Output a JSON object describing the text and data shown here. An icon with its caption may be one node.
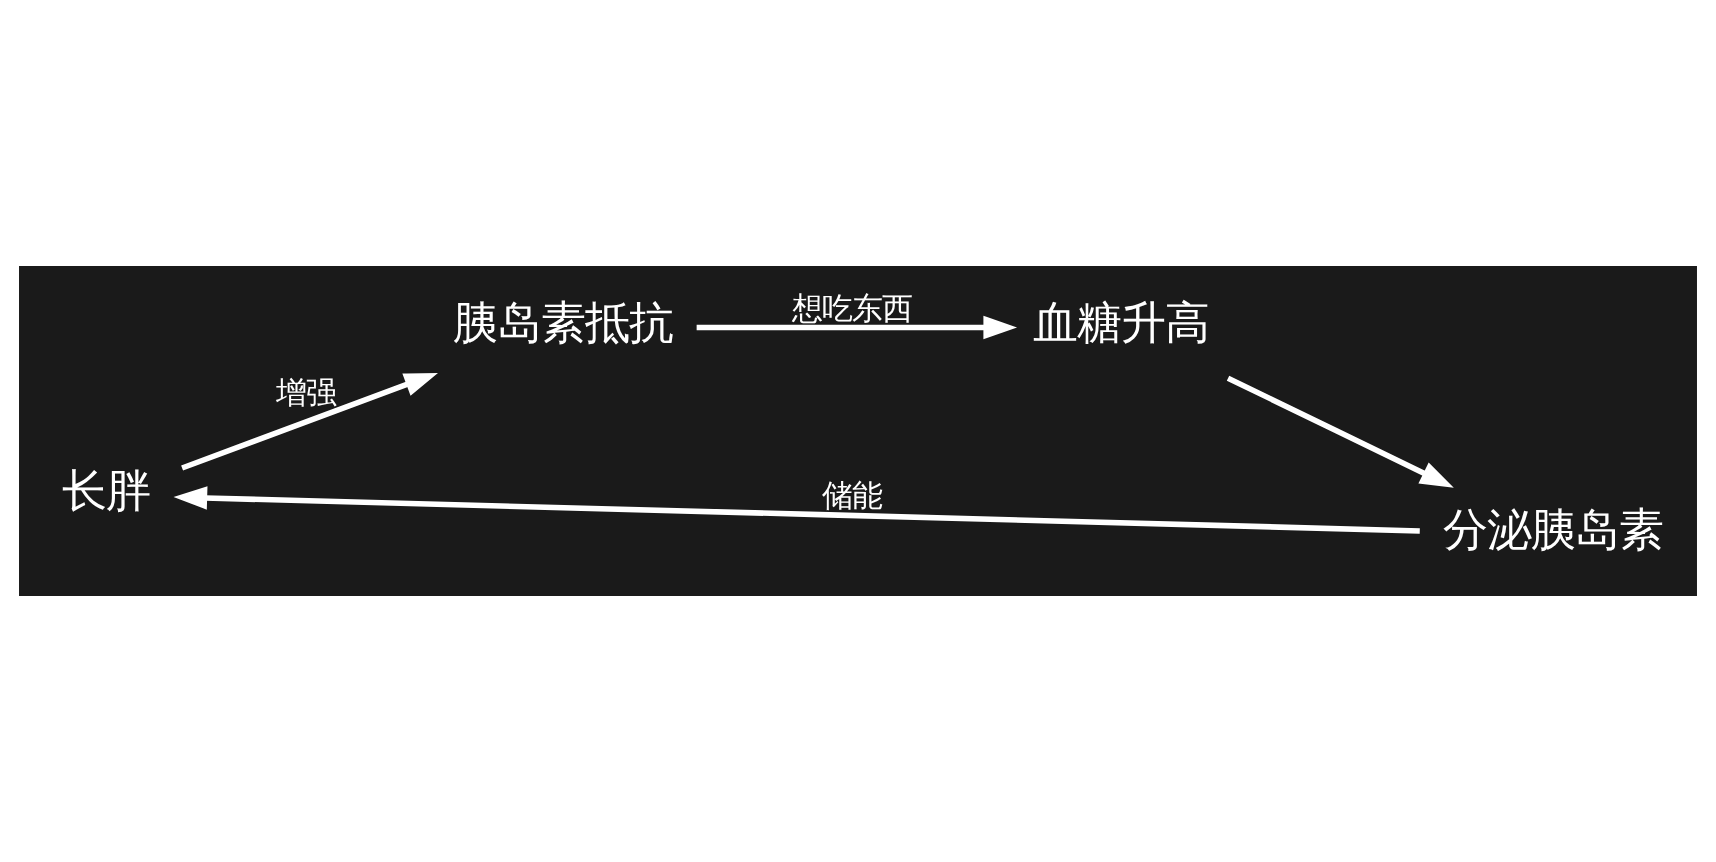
{
  "diagram": {
    "nodes": [
      {
        "text": [
          "长胖"
        ]
      },
      {
        "text": [
          "胰岛素抵抗"
        ]
      },
      {
        "text": [
          "血糖升高"
        ]
      },
      {
        "text": [
          "分泌胰岛素"
        ]
      }
    ],
    "edges": [
      {
        "from": 3,
        "to": 0,
        "arrow": "to",
        "label": "储能"
      },
      {
        "from": 0,
        "to": 1,
        "arrow": "to",
        "label": "增强"
      },
      {
        "from": 1,
        "to": 2,
        "arrow": "to",
        "label": "想吃东西"
      },
      {
        "from": 2,
        "to": 3,
        "arrow": "to"
      }
    ]
  }
}
